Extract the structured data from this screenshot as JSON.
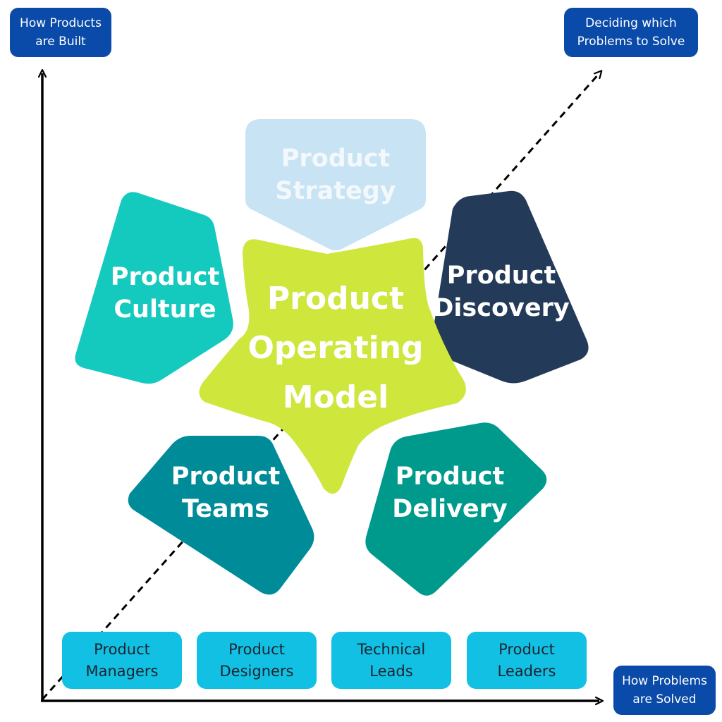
{
  "axes": {
    "y_axis_label": "How Products\nare Built",
    "x_axis_label": "How Problems\nare Solved",
    "diagonal_label": "Deciding which\nProblems to Solve"
  },
  "center": {
    "label": "Product\nOperating\nModel"
  },
  "pillars": [
    {
      "id": "strategy",
      "label": "Product\nStrategy"
    },
    {
      "id": "culture",
      "label": "Product\nCulture"
    },
    {
      "id": "discovery",
      "label": "Product\nDiscovery"
    },
    {
      "id": "teams",
      "label": "Product\nTeams"
    },
    {
      "id": "delivery",
      "label": "Product\nDelivery"
    }
  ],
  "roles": [
    {
      "label": "Product\nManagers"
    },
    {
      "label": "Product\nDesigners"
    },
    {
      "label": "Technical\nLeads"
    },
    {
      "label": "Product\nLeaders"
    }
  ],
  "colors": {
    "corner_box": "#0a4aa8",
    "role_box": "#11c0e3",
    "strategy": "#c8e3f3",
    "culture": "#14c9bd",
    "discovery": "#243a59",
    "teams": "#008b99",
    "delivery": "#009a8c",
    "center": "#cfe63c",
    "axis": "#000000"
  }
}
